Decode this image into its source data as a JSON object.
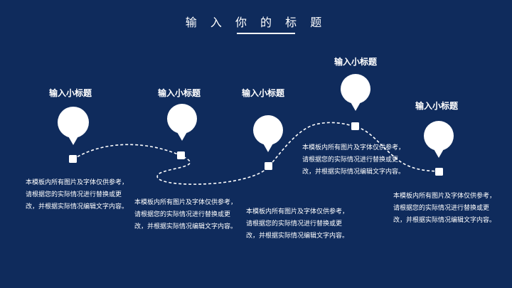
{
  "slide": {
    "title": "输 入 你 的 标 题",
    "milestones": [
      {
        "subtitle": "输入小标题",
        "body": "本模板内所有图片及字体仅供参考，请根据您的实际情况进行替换或更改，并根据实际情况编辑文字内容。"
      },
      {
        "subtitle": "输入小标题",
        "body": "本模板内所有图片及字体仅供参考，请根据您的实际情况进行替换或更改，并根据实际情况编辑文字内容。"
      },
      {
        "subtitle": "输入小标题",
        "body": "本模板内所有图片及字体仅供参考，请根据您的实际情况进行替换或更改，并根据实际情况编辑文字内容。"
      },
      {
        "subtitle": "输入小标题",
        "body": "本模板内所有图片及字体仅供参考，请根据您的实际情况进行替换或更改，并根据实际情况编辑文字内容。"
      },
      {
        "subtitle": "输入小标题",
        "body": "本模板内所有图片及字体仅供参考，请根据您的实际情况进行替换或更改，并根据实际情况编辑文字内容。"
      }
    ]
  },
  "colors": {
    "background": "#0f2b5c",
    "foreground": "#ffffff"
  },
  "icons": {
    "pin": "map-pin-icon",
    "node": "square-node-icon"
  }
}
